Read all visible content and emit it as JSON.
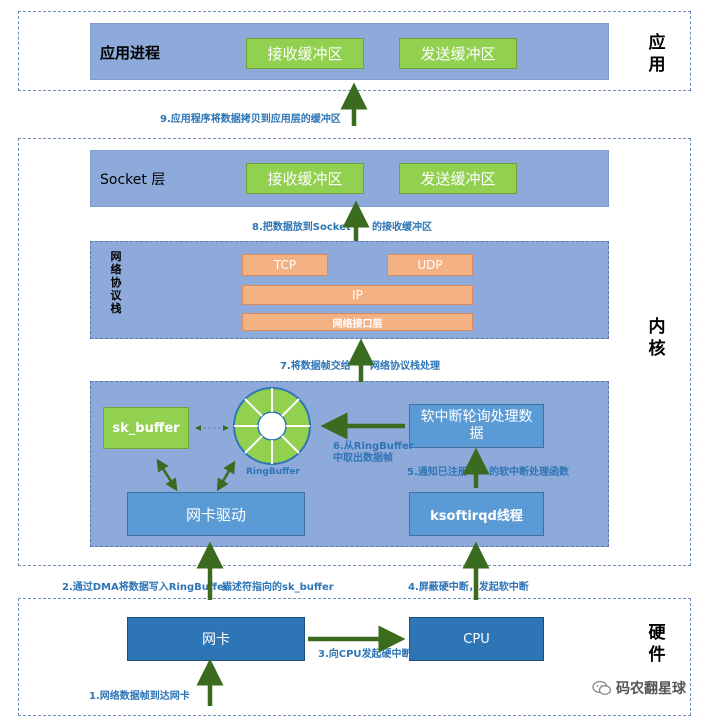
{
  "sections": {
    "app": "应用",
    "kernel": "内核",
    "hardware": "硬件"
  },
  "app_layer": {
    "title": "应用进程",
    "recv_buffer": "接收缓冲区",
    "send_buffer": "发送缓冲区"
  },
  "socket_layer": {
    "title": "Socket 层",
    "recv_buffer": "接收缓冲区",
    "send_buffer": "发送缓冲区"
  },
  "stack": {
    "title": "网络协议栈",
    "tcp": "TCP",
    "udp": "UDP",
    "ip": "IP",
    "netif": "网络接口层"
  },
  "driver_area": {
    "sk_buffer": "sk_buffer",
    "ringbuffer_label": "RingBuffer",
    "nic_driver": "网卡驱动",
    "softirq_poll": "软中断轮询处理数据",
    "ksoftirqd": "ksoftirqd线程"
  },
  "hardware": {
    "nic": "网卡",
    "cpu": "CPU"
  },
  "steps": {
    "s1": "1.网络数据帧到达网卡",
    "s2a": "2.通过DMA将数据写入RingBuffer",
    "s2b": "描述符指向的sk_buffer",
    "s3": "3.向CPU发起硬中断",
    "s4": "4.屏蔽硬中断，发起软中断",
    "s5a": "5.通知已注册",
    "s5b": "的软中断处理函数",
    "s6a": "6.从RingBuffer",
    "s6b": "中取出数据帧",
    "s7a": "7.将数据帧交给",
    "s7b": "网络协议栈处理",
    "s8a": "8.把数据放到Socket",
    "s8b": "的接收缓冲区",
    "s9": "9.应用程序将数据拷贝到应用层的缓冲区"
  },
  "watermark": "码农翻星球",
  "colors": {
    "layer_fill": "#8eaadb",
    "green": "#92d050",
    "orange": "#f4b183",
    "blue": "#5b9bd5",
    "dark_blue": "#2e75b6",
    "arrow": "#3a6b1e",
    "step_text": "#2e75b6"
  }
}
